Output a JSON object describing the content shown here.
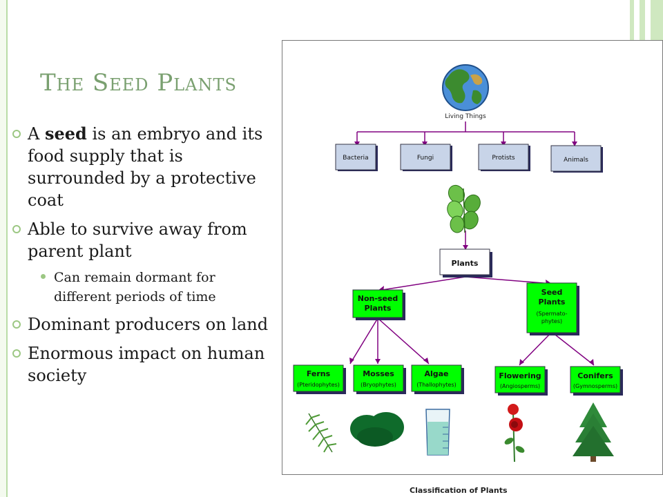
{
  "slide": {
    "title": "The Seed Plants",
    "bullets": [
      {
        "pre": "A ",
        "bold": "seed",
        "post": " is an embryo and its food supply that is surrounded by a protective coat"
      },
      {
        "text": "Able to survive away from parent plant"
      },
      {
        "text": "Can remain dormant for different periods of time"
      },
      {
        "text": "Dominant producers on land"
      },
      {
        "text": "Enormous impact on human society"
      }
    ]
  },
  "diagram": {
    "caption": "Classification of Plants",
    "root": "Living Things",
    "kingdoms": [
      "Bacteria",
      "Fungi",
      "Protists",
      "Animals"
    ],
    "plants": "Plants",
    "groups": {
      "nonseed": [
        "Non-seed",
        "Plants"
      ],
      "seed": [
        "Seed",
        "Plants",
        "(Spermato-",
        "phytes)"
      ]
    },
    "leaves": [
      {
        "name": "Ferns",
        "sub": "(Pteridophytes)"
      },
      {
        "name": "Mosses",
        "sub": "(Bryophytes)"
      },
      {
        "name": "Algae",
        "sub": "(Thallophytes)"
      },
      {
        "name": "Flowering",
        "sub": "(Angiosperms)"
      },
      {
        "name": "Conifers",
        "sub": "(Gymnosperms)"
      }
    ]
  },
  "colors": {
    "title": "#7aa070",
    "accent_bullet": "#9cc783",
    "kingdom_box": "#c8d4e8",
    "plants_box": "#ffffff",
    "group_box": "#00ff00",
    "line": "#800080"
  }
}
